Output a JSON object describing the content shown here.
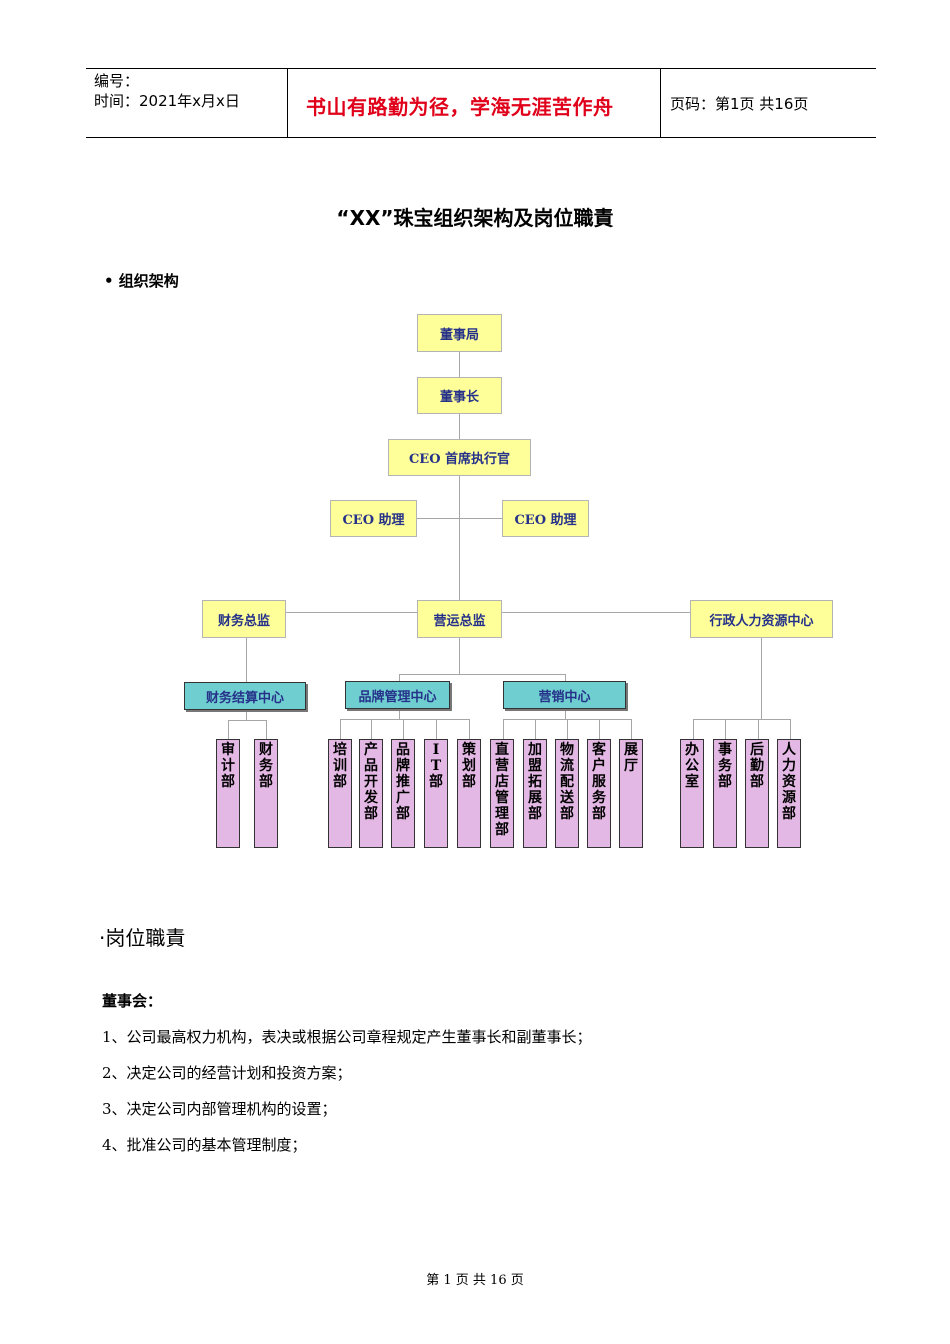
{
  "header": {
    "number_label": "编号：",
    "time_label": "时间：2021年x月x日",
    "motto": "书山有路勤为径，学海无涯苦作舟",
    "page_label": "页码：第1页  共16页"
  },
  "doc_title": "“XX”珠宝组织架构及岗位職責",
  "section1": "• 组织架构",
  "org": {
    "board": "董事局",
    "chairman": "董事长",
    "ceo": "CEO 首席执行官",
    "assistant_left": "CEO 助理",
    "assistant_right": "CEO 助理",
    "finance_director": "财务总监",
    "ops_director": "营运总监",
    "hr_center": "行政人力资源中心",
    "settlement_center": "财务结算中心",
    "brand_center": "品牌管理中心",
    "marketing_center": "营销中心",
    "departments": [
      "审计部",
      "财务部",
      "培训部",
      "产品开发部",
      "品牌推广部",
      "IT部",
      "策划部",
      "直营店管理部",
      "加盟拓展部",
      "物流配送部",
      "客户服务部",
      "展厅",
      "办公室",
      "事务部",
      "后勤部",
      "人力资源部"
    ]
  },
  "section2": "·岗位職責",
  "board_heading": "董事会：",
  "duties": [
    "1、公司最高权力机构，表决或根据公司章程规定产生董事长和副董事长；",
    "2、决定公司的经营计划和投资方案；",
    "3、决定公司内部管理机构的设置；",
    "4、批准公司的基本管理制度；"
  ],
  "footer": "第 1 页 共 16 页"
}
